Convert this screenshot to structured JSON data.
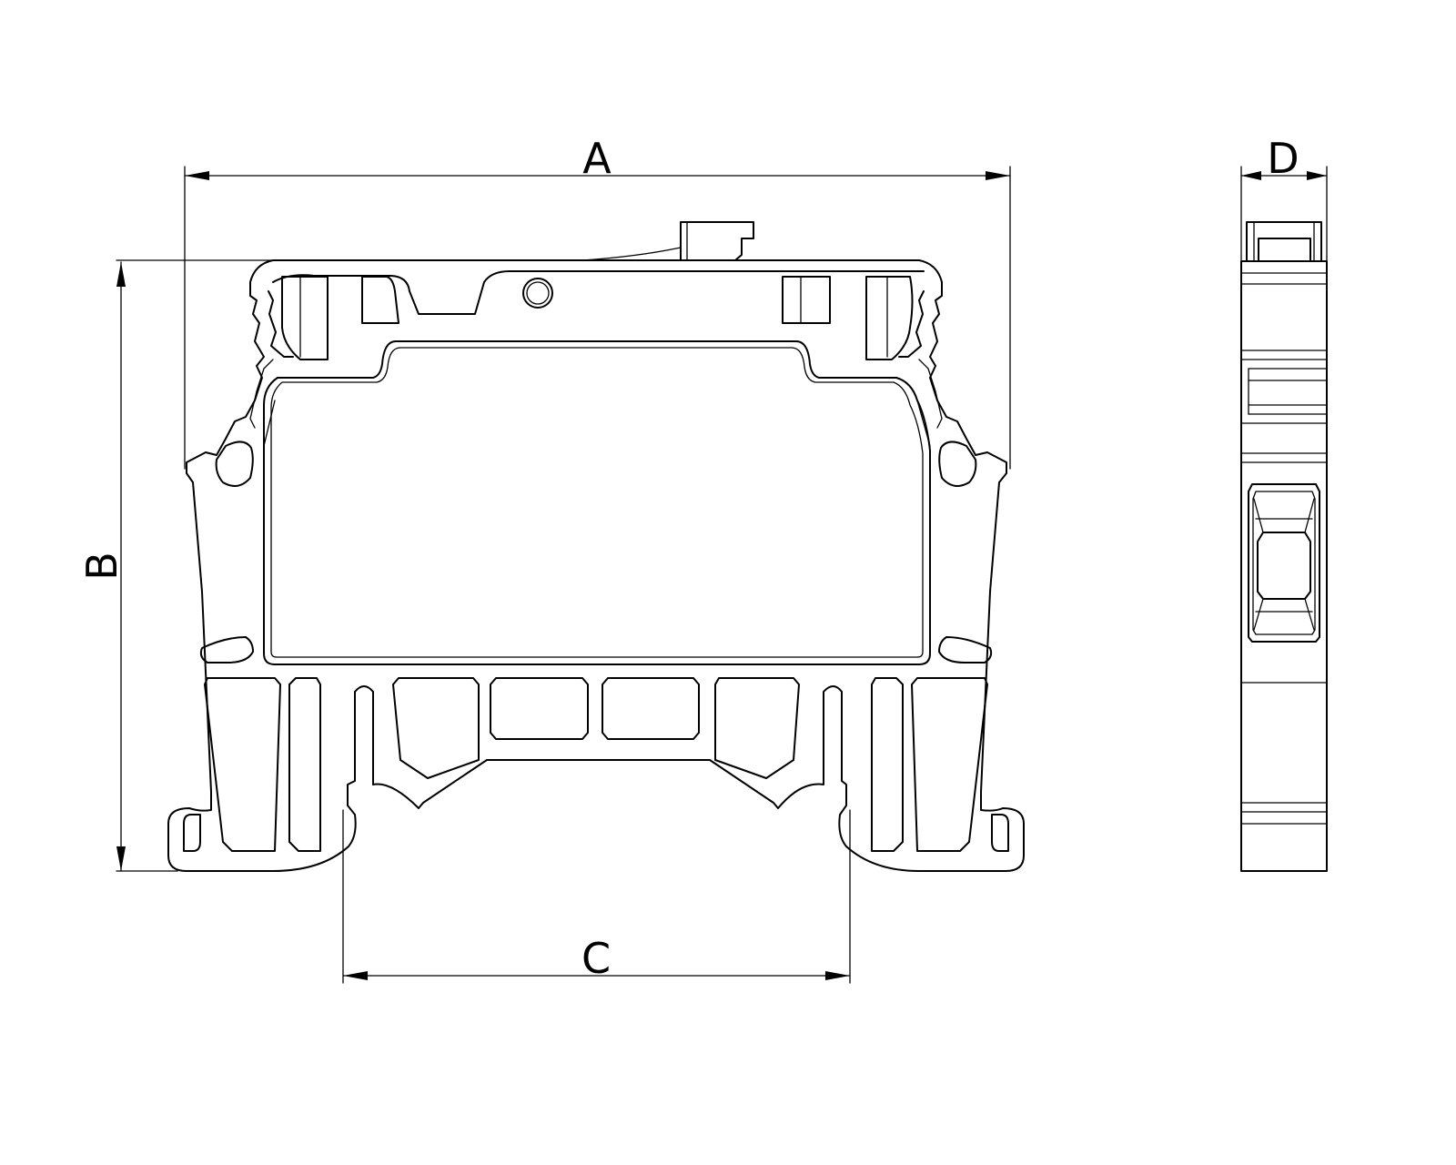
{
  "dimensions": {
    "a": "A",
    "b": "B",
    "c": "C",
    "d": "D"
  },
  "colors": {
    "line": "#000000",
    "background": "#ffffff"
  }
}
